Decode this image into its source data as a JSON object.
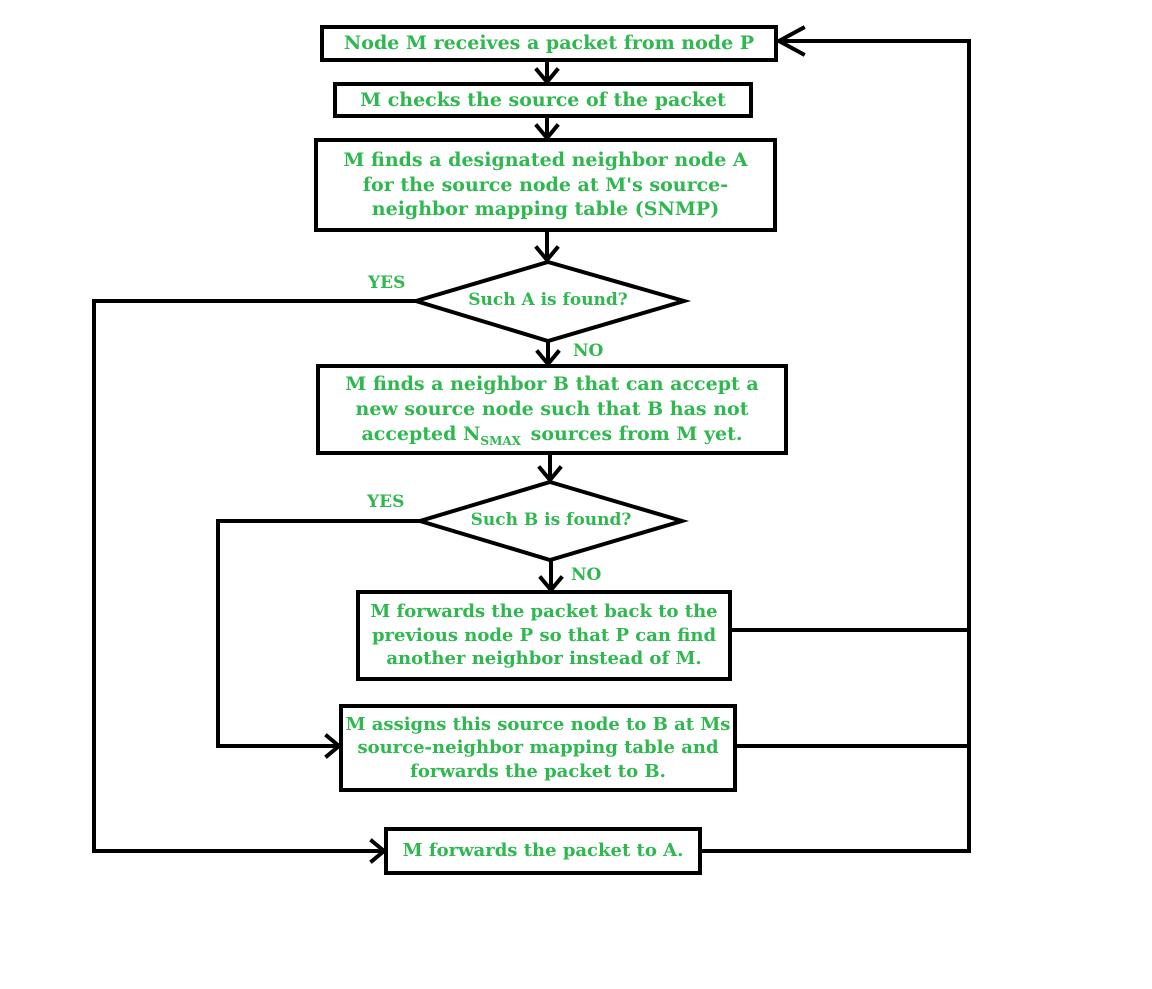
{
  "nodes": {
    "receive": "Node M receives a packet from node P",
    "check": "M checks the source of the packet",
    "find_a": {
      "line1": "M finds a designated neighbor node A",
      "line2": "for the source node at M's source-",
      "line3": "neighbor mapping table (SNMP)"
    },
    "decision_a": "Such A is found?",
    "find_b": {
      "line1": "M finds a neighbor B that can accept a",
      "line2": "new source node such that B has not",
      "line3_pre": "accepted N",
      "line3_sub": "SMAX",
      "line3_post": "sources from M yet."
    },
    "decision_b": "Such B is found?",
    "forward_back": {
      "line1": "M forwards the packet back to the",
      "line2": "previous node P so that P can find",
      "line3": "another neighbor instead of M."
    },
    "assign_b": {
      "line1": "M assigns this source node to B at Ms",
      "line2": "source-neighbor mapping table and",
      "line3": "forwards the packet to B."
    },
    "forward_a": "M forwards the packet to A."
  },
  "labels": {
    "yes_a": "YES",
    "no_a": "NO",
    "yes_b": "YES",
    "no_b": "NO"
  },
  "colors": {
    "text": "#2fb84f",
    "line": "#000000",
    "background": "#ffffff"
  }
}
